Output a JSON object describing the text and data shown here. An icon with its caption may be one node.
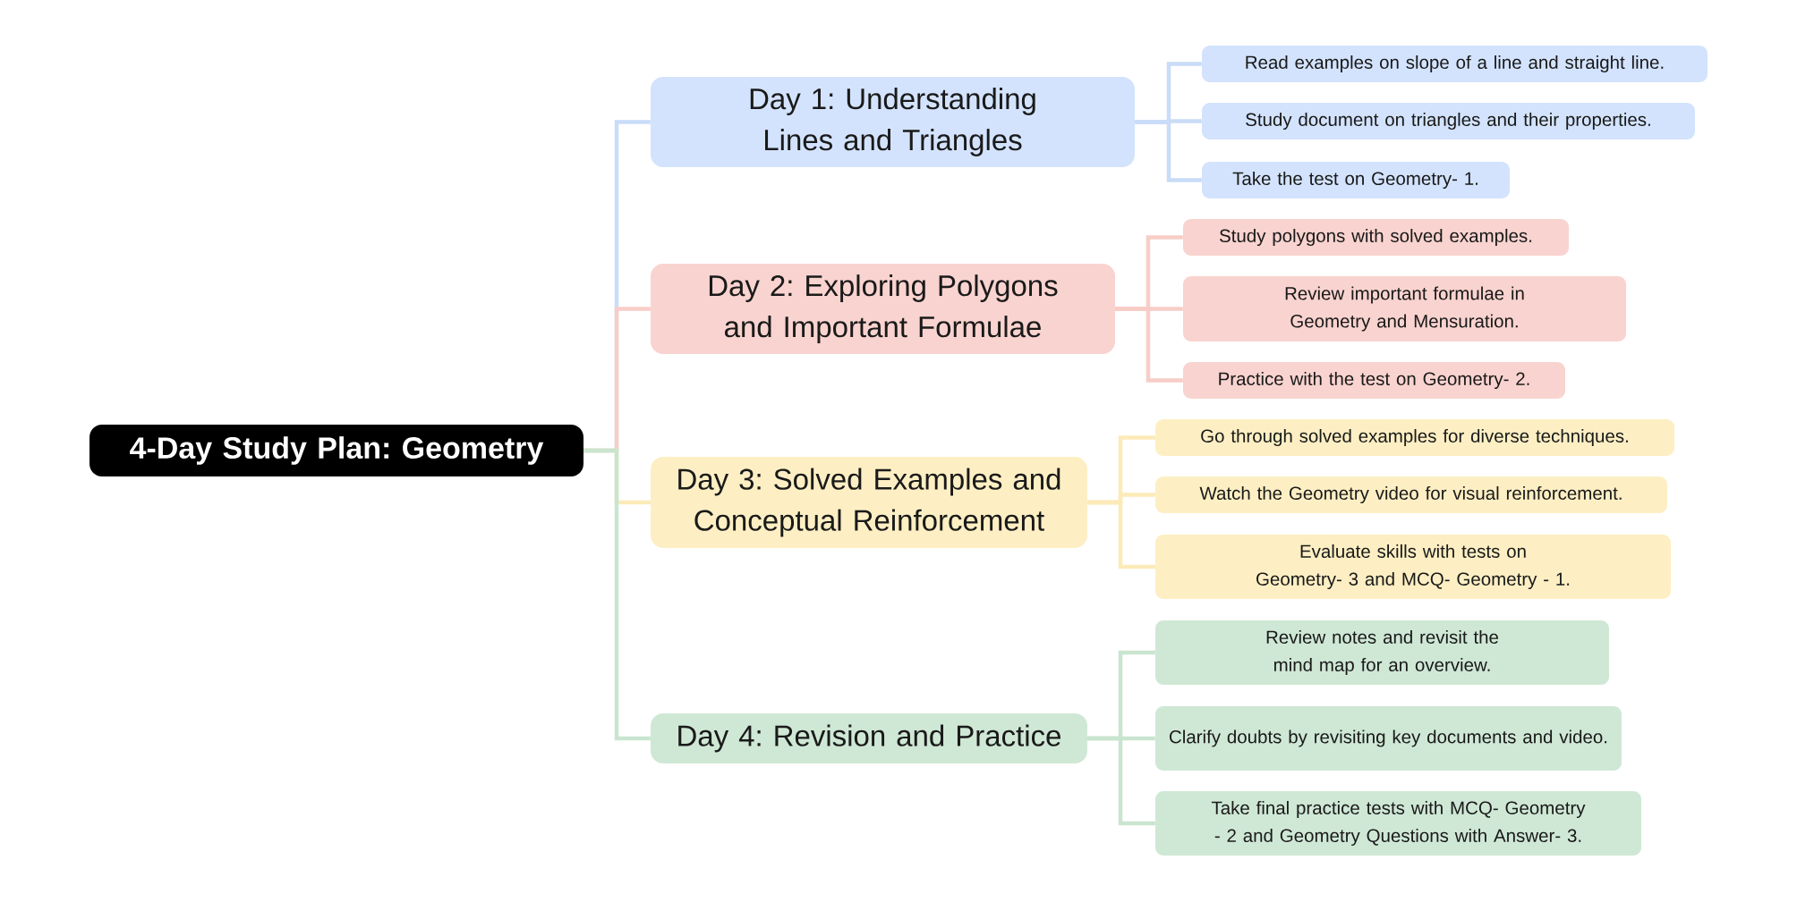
{
  "diagram": {
    "nodes": [
      {
        "text": [
          "4-Day Study Plan: Geometry"
        ]
      },
      {
        "text": [
          "Day 1: Understanding Lines and Triangles"
        ]
      },
      {
        "text": [
          "Read examples on slope of a line and straight line."
        ]
      },
      {
        "text": [
          "Study document on triangles and their properties."
        ]
      },
      {
        "text": [
          "Take the test on Geometry- 1."
        ]
      },
      {
        "text": [
          "Day 2: Exploring Polygons and Important Formulae"
        ]
      },
      {
        "text": [
          "Study polygons with solved examples."
        ]
      },
      {
        "text": [
          "Review important formulae in Geometry and Mensuration."
        ]
      },
      {
        "text": [
          "Practice with the test on Geometry- 2."
        ]
      },
      {
        "text": [
          "Day 3: Solved Examples and Conceptual Reinforcement"
        ]
      },
      {
        "text": [
          "Go through solved examples for diverse techniques."
        ]
      },
      {
        "text": [
          "Watch the Geometry video for visual reinforcement."
        ]
      },
      {
        "text": [
          "Evaluate skills with tests on Geometry- 3 and MCQ- Geometry - 1."
        ]
      },
      {
        "text": [
          "Day 4: Revision and Practice"
        ]
      },
      {
        "text": [
          "Review notes and revisit the mind map for an overview."
        ]
      },
      {
        "text": [
          "Clarify doubts by revisiting key documents and video."
        ]
      },
      {
        "text": [
          "Take final practice tests with MCQ- Geometry - 2 and Geometry Questions with Answer- 3."
        ]
      }
    ],
    "edges": [
      {
        "from": 0,
        "to": 1,
        "arrow": "none",
        "color": "#c9dcf8"
      },
      {
        "from": 1,
        "to": 2,
        "arrow": "none",
        "color": "#c9dcf8"
      },
      {
        "from": 1,
        "to": 3,
        "arrow": "none",
        "color": "#c9dcf8"
      },
      {
        "from": 1,
        "to": 4,
        "arrow": "none",
        "color": "#c9dcf8"
      },
      {
        "from": 0,
        "to": 5,
        "arrow": "none",
        "color": "#f8cdc8"
      },
      {
        "from": 5,
        "to": 6,
        "arrow": "none",
        "color": "#f8cdc8"
      },
      {
        "from": 5,
        "to": 7,
        "arrow": "none",
        "color": "#f8cdc8"
      },
      {
        "from": 5,
        "to": 8,
        "arrow": "none",
        "color": "#f8cdc8"
      },
      {
        "from": 0,
        "to": 9,
        "arrow": "none",
        "color": "#fcebb8"
      },
      {
        "from": 9,
        "to": 10,
        "arrow": "none",
        "color": "#fcebb8"
      },
      {
        "from": 9,
        "to": 11,
        "arrow": "none",
        "color": "#fcebb8"
      },
      {
        "from": 9,
        "to": 12,
        "arrow": "none",
        "color": "#fcebb8"
      },
      {
        "from": 0,
        "to": 13,
        "arrow": "none",
        "color": "#c9e5d0"
      },
      {
        "from": 13,
        "to": 14,
        "arrow": "none",
        "color": "#c9e5d0"
      },
      {
        "from": 13,
        "to": 15,
        "arrow": "none",
        "color": "#c9e5d0"
      },
      {
        "from": 13,
        "to": 16,
        "arrow": "none",
        "color": "#c9e5d0"
      }
    ]
  }
}
